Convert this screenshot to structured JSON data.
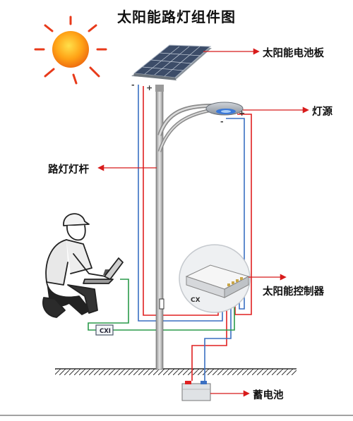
{
  "title": "太阳能路灯组件图",
  "labels": {
    "solar_panel": "太阳能电池板",
    "lamp": "灯源",
    "pole": "路灯灯杆",
    "controller": "太阳能控制器",
    "battery": "蓄电池"
  },
  "marks": {
    "panel_minus": "-",
    "panel_plus": "+",
    "lamp_minus": "-",
    "lamp_plus": "+",
    "controller_text": "CX",
    "laptop_adapter_text": "CXI"
  },
  "colors": {
    "red_wire": "#e02020",
    "blue_wire": "#3a6fc2",
    "green_wire": "#2a9a4a",
    "arrow": "#d81b1b",
    "sun": "#f5a00a",
    "sun_rays": "#e83a1a"
  }
}
